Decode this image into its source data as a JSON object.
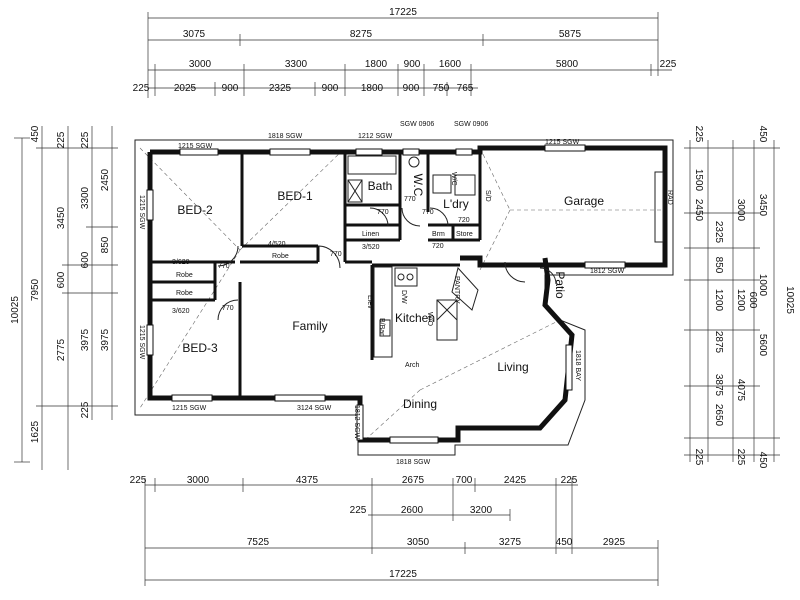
{
  "dims": {
    "total": "17225",
    "top1": [
      "3075",
      "8275",
      "5875"
    ],
    "top2": [
      "3000",
      "3300",
      "1800",
      "900",
      "1600",
      "5800",
      "225"
    ],
    "top3": [
      "225",
      "2025",
      "900",
      "2325",
      "900",
      "1800",
      "900",
      "750",
      "765"
    ],
    "bot1": [
      "225",
      "3000",
      "4375",
      "2675",
      "700",
      "2425",
      "225"
    ],
    "bot2": [
      "225",
      "2600",
      "3200"
    ],
    "bot3": [
      "7525",
      "3050",
      "3275",
      "450",
      "2925"
    ],
    "left_outer": [
      "10025"
    ],
    "left_2": [
      "450",
      "7950",
      "1625"
    ],
    "left_3": [
      "225",
      "3450",
      "600",
      "2775"
    ],
    "left_4": [
      "225",
      "3300",
      "600",
      "3975",
      "225"
    ],
    "left_5": [
      "2450",
      "850",
      "3975"
    ],
    "right_outer": [
      "10025"
    ],
    "right_2": [
      "450",
      "3450",
      "1000",
      "600",
      "5600",
      "450"
    ],
    "right_3": [
      "225",
      "3000",
      "2325",
      "850",
      "1200",
      "2875",
      "3875",
      "2650",
      "225"
    ],
    "right_4": [
      "1500",
      "2450",
      "1200",
      "4075",
      "225"
    ]
  },
  "rooms": {
    "bed1": "BED-1",
    "bed2": "BED-2",
    "bed3": "BED-3",
    "bath": "Bath",
    "wc": "W.C",
    "ldry": "L'dry",
    "garage": "Garage",
    "family": "Family",
    "kitchen": "Kitchen",
    "living": "Living",
    "dining": "Dining",
    "patio": "Patio",
    "linen": "Linen",
    "robe": "Robe",
    "brm": "Brm",
    "store": "Store",
    "arch": "Arch",
    "wic": "W/C"
  },
  "notes": {
    "w1818sgw": "1818 SGW",
    "w1212sgw": "1212 SGW",
    "w1215sgw": "1215 SGW",
    "w1812sgw": "1812 SGW",
    "w1818bay": "1818 BAY",
    "w0906": "SGW 0906",
    "w3124sgw": "3124 SGW",
    "d770": "770",
    "d720": "720",
    "d4520": "4/520",
    "d3520": "3/520",
    "d3620": "3/620",
    "pantry": "PANTRY",
    "elev": "Elev",
    "brbar": "B/Bar",
    "wo": "W/O",
    "raised": "RAD",
    "sd": "S/D",
    "dw": "D/W"
  }
}
